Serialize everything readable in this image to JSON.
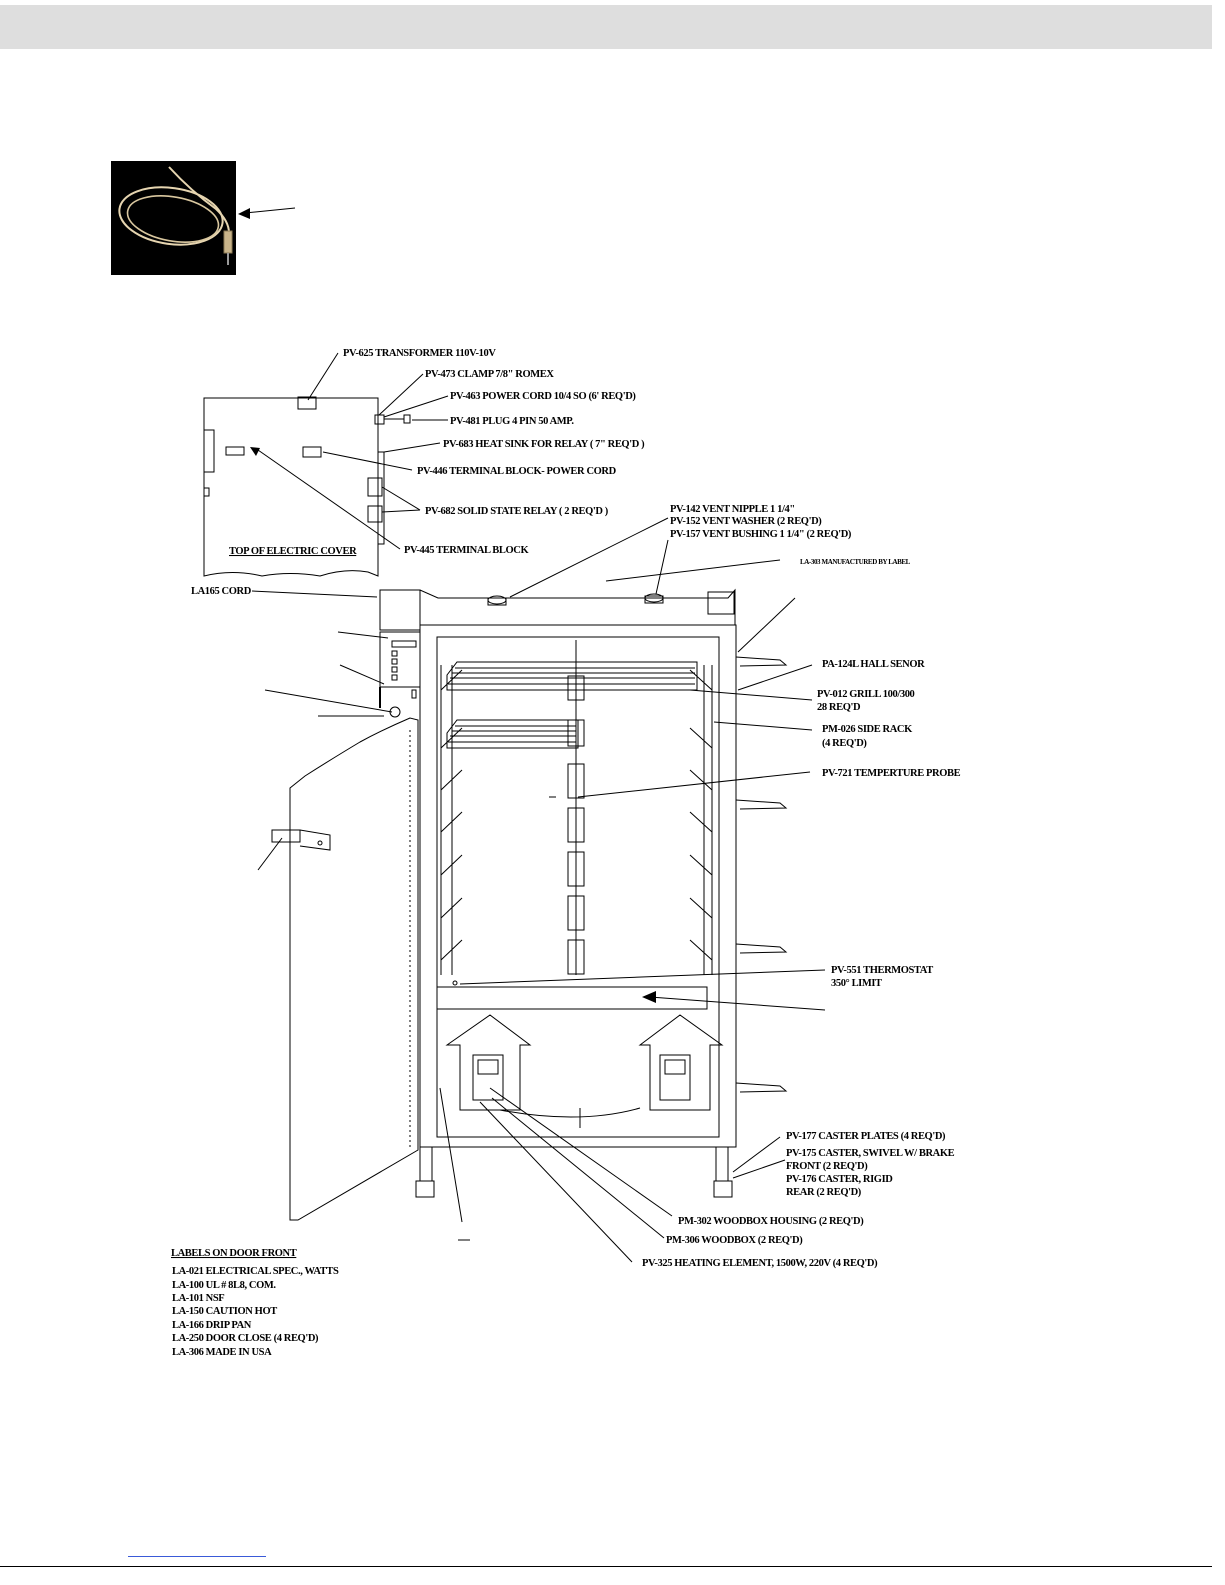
{
  "labels": {
    "transformer": "PV-625 TRANSFORMER 110V-10V",
    "clamp": "PV-473 CLAMP 7/8\" ROMEX",
    "power_cord": "PV-463 POWER CORD 10/4 SO (6' REQ'D)",
    "plug": "PV-481 PLUG 4 PIN 50 AMP.",
    "heat_sink": "PV-683 HEAT SINK FOR RELAY ( 7\" REQ'D )",
    "terminal_block_power": "PV-446 TERMINAL BLOCK- POWER CORD",
    "relay": "PV-682 SOLID STATE RELAY ( 2 REQ'D )",
    "terminal_block": "PV-445 TERMINAL BLOCK",
    "top_cover": "TOP OF ELECTRIC COVER",
    "cord": "LA165 CORD",
    "vent_nipple": "PV-142 VENT NIPPLE 1 1/4\"",
    "vent_washer": "PV-152 VENT WASHER (2 REQ'D)",
    "vent_bushing": "PV-157 VENT BUSHING 1 1/4\" (2 REQ'D)",
    "manufactured_label": "LA-303 MANUFACTURED BY LABEL",
    "hall_sensor": "PA-124L  HALL SENOR",
    "grill_1": "PV-012 GRILL 100/300",
    "grill_2": "28 REQ'D",
    "side_rack_1": "PM-026 SIDE RACK",
    "side_rack_2": "(4 REQ'D)",
    "temp_probe": "PV-721  TEMPERTURE PROBE",
    "thermostat_1": "PV-551 THERMOSTAT",
    "thermostat_2": "350° LIMIT",
    "caster_plates": "PV-177 CASTER PLATES (4 REQ'D)",
    "caster_swivel_1": "PV-175 CASTER, SWIVEL W/ BRAKE",
    "caster_swivel_2": "FRONT (2 REQ'D)",
    "caster_rigid_1": "PV-176 CASTER, RIGID",
    "caster_rigid_2": "REAR (2 REQ'D)",
    "woodbox_housing": "PM-302 WOODBOX HOUSING (2 REQ'D)",
    "woodbox": "PM-306 WOODBOX (2 REQ'D)",
    "heating_element": "PV-325 HEATING ELEMENT, 1500W, 220V (4 REQ'D)"
  },
  "door_labels": {
    "heading": "LABELS ON DOOR FRONT",
    "items": [
      "LA-021 ELECTRICAL SPEC., WATTS",
      "LA-100 UL # 8L8, COM.",
      "LA-101 NSF",
      "LA-150 CAUTION HOT",
      "LA-166 DRIP PAN",
      "LA-250 DOOR CLOSE (4 REQ'D)",
      "LA-306 MADE IN USA"
    ]
  },
  "colors": {
    "header_bar": "#dedede",
    "footer_link": "#3a5ad8",
    "photo_bg": "#000000",
    "probe_wire": "#e6d5b0"
  }
}
